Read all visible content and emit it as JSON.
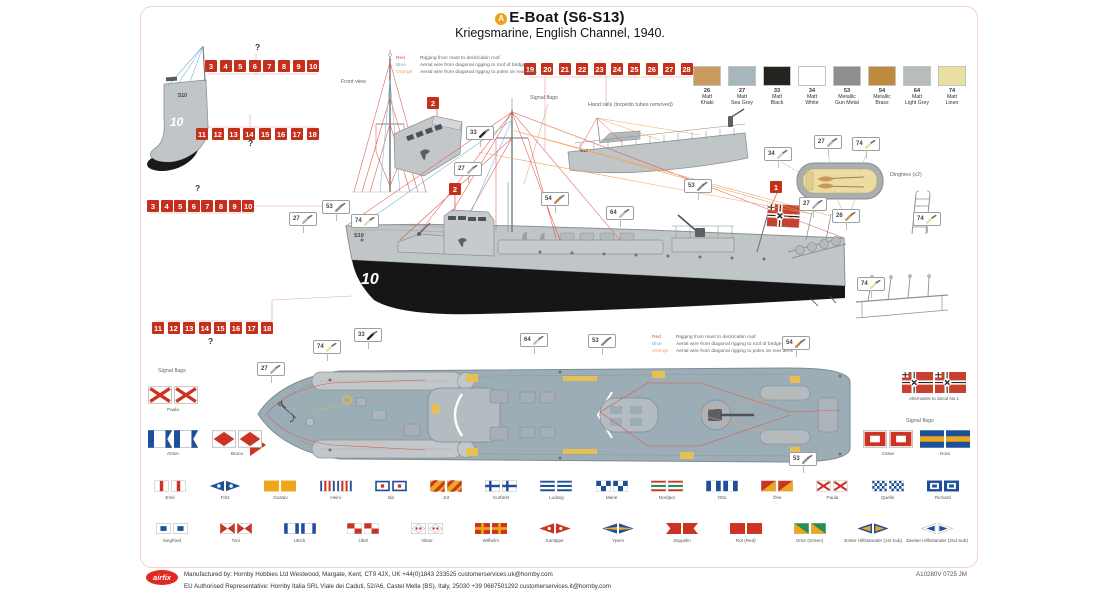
{
  "title": {
    "badge": "A",
    "name": "E-Boat (S6-S13)",
    "subtitle": "Kriegsmarine, English Channel, 1940."
  },
  "rigging_legend": [
    {
      "label": "Red",
      "color": "#d9534a",
      "text": "Rigging from mast to deck/cabin roof"
    },
    {
      "label": "Blue",
      "color": "#6fb3d9",
      "text": "Aerial wire from diagonal rigging to roof of bridge"
    },
    {
      "label": "Orange",
      "color": "#f0a35e",
      "text": "Aerial wire from diagonal rigging to poles on rear deck"
    }
  ],
  "paints": [
    {
      "code": "26",
      "name": "Matt Khaki",
      "hex": "#c89a5e"
    },
    {
      "code": "27",
      "name": "Matt Sea Grey",
      "hex": "#a6b6bd"
    },
    {
      "code": "33",
      "name": "Matt Black",
      "hex": "#232320"
    },
    {
      "code": "34",
      "name": "Matt White",
      "hex": "#ffffff"
    },
    {
      "code": "53",
      "name": "Metallic Gun Metal",
      "hex": "#8e8e90"
    },
    {
      "code": "54",
      "name": "Metallic Brass",
      "hex": "#c08a3e"
    },
    {
      "code": "64",
      "name": "Matt Light Grey",
      "hex": "#b7bcbc"
    },
    {
      "code": "74",
      "name": "Matt Linen",
      "hex": "#eadfa2"
    }
  ],
  "part_rows": [
    {
      "nums": [
        "3",
        "4",
        "5",
        "6",
        "7",
        "8",
        "9",
        "10"
      ]
    },
    {
      "nums": [
        "11",
        "12",
        "13",
        "14",
        "15",
        "16",
        "17",
        "18"
      ]
    },
    {
      "nums": [
        "3",
        "4",
        "5",
        "6",
        "7",
        "8",
        "9",
        "10"
      ]
    },
    {
      "nums": [
        "11",
        "12",
        "13",
        "14",
        "15",
        "16",
        "17",
        "18"
      ]
    },
    {
      "nums": [
        "19",
        "20",
        "21",
        "22",
        "23",
        "24",
        "25",
        "26",
        "27",
        "28"
      ]
    }
  ],
  "single_callouts": [
    "2",
    "2",
    "1"
  ],
  "question_mark": "?",
  "paint_callouts": [
    "27",
    "53",
    "74",
    "33",
    "27",
    "54",
    "64",
    "53",
    "27",
    "26",
    "34",
    "27",
    "74",
    "74",
    "74",
    "74",
    "33",
    "64",
    "53",
    "54",
    "27",
    "53"
  ],
  "labels": {
    "front_view": "Front view",
    "signal_flags": "Signal flags",
    "hand_rails": "Hand rails (torpedo tubes removed)",
    "dinghies": "Dinghies (x2)",
    "alternative": "Alternative to decal No.1",
    "boat_code": "S10",
    "hull_number": "10"
  },
  "hoists": [
    {
      "name": "Paula",
      "design": "red-x"
    },
    {
      "name": "Anton",
      "design": "anton"
    },
    {
      "name": "Bruno",
      "design": "bruno"
    },
    {
      "name": "Cäsar",
      "design": "caesar"
    },
    {
      "name": "Dora",
      "design": "dora"
    }
  ],
  "ensign": {
    "label": "Alternative to decal No.1",
    "design": "ensign"
  },
  "alphabet_row1": [
    {
      "name": "Emil",
      "design": "emil"
    },
    {
      "name": "Fritz",
      "design": "fritz"
    },
    {
      "name": "Gustav",
      "design": "gustav"
    },
    {
      "name": "Heini",
      "design": "heini"
    },
    {
      "name": "Ida",
      "design": "ida"
    },
    {
      "name": "Jot",
      "design": "jot"
    },
    {
      "name": "Kurfürst",
      "design": "kurfuerst"
    },
    {
      "name": "Ludwig",
      "design": "ludwig"
    },
    {
      "name": "Marie",
      "design": "marie"
    },
    {
      "name": "Nordpol",
      "design": "nordpol"
    },
    {
      "name": "Otto",
      "design": "otto"
    },
    {
      "name": "Öse",
      "design": "oese"
    },
    {
      "name": "Paula",
      "design": "red-x"
    },
    {
      "name": "Quelle",
      "design": "quelle"
    },
    {
      "name": "Richard",
      "design": "richard"
    }
  ],
  "alphabet_row2": [
    {
      "name": "Siegfried",
      "design": "siegfried"
    },
    {
      "name": "Toni",
      "design": "toni"
    },
    {
      "name": "Ulrich",
      "design": "ulrich"
    },
    {
      "name": "Übel",
      "design": "uebel"
    },
    {
      "name": "Viktor",
      "design": "viktor"
    },
    {
      "name": "Wilhelm",
      "design": "wilhelm"
    },
    {
      "name": "Xantippe",
      "design": "xantippe"
    },
    {
      "name": "Ypern",
      "design": "ypern"
    },
    {
      "name": "Zeppelin",
      "design": "zeppelin"
    },
    {
      "name": "Rot (Red)",
      "design": "rot"
    },
    {
      "name": "Grün (Green)",
      "design": "gruen"
    },
    {
      "name": "Erster Hilfsstander (1st Sub)",
      "design": "sub1"
    },
    {
      "name": "Zweiter Hilfsstander (2nd Sub)",
      "design": "sub2"
    }
  ],
  "footer": {
    "logo": "airfix",
    "line1": "Manufactured by: Hornby Hobbies Ltd Westwood, Margate, Kent, CT9 4JX, UK +44(0)1843 233525 customerservices.uk@hornby.com",
    "line2": "EU Authorised Representative: Hornby Italia SRL Viale dei Caduti, 52/A6, Castel Mella (BS), Italy, 25030 +39 0687501292 customerservices.it@hornby.com",
    "code": "A10280V 0725 JM"
  }
}
